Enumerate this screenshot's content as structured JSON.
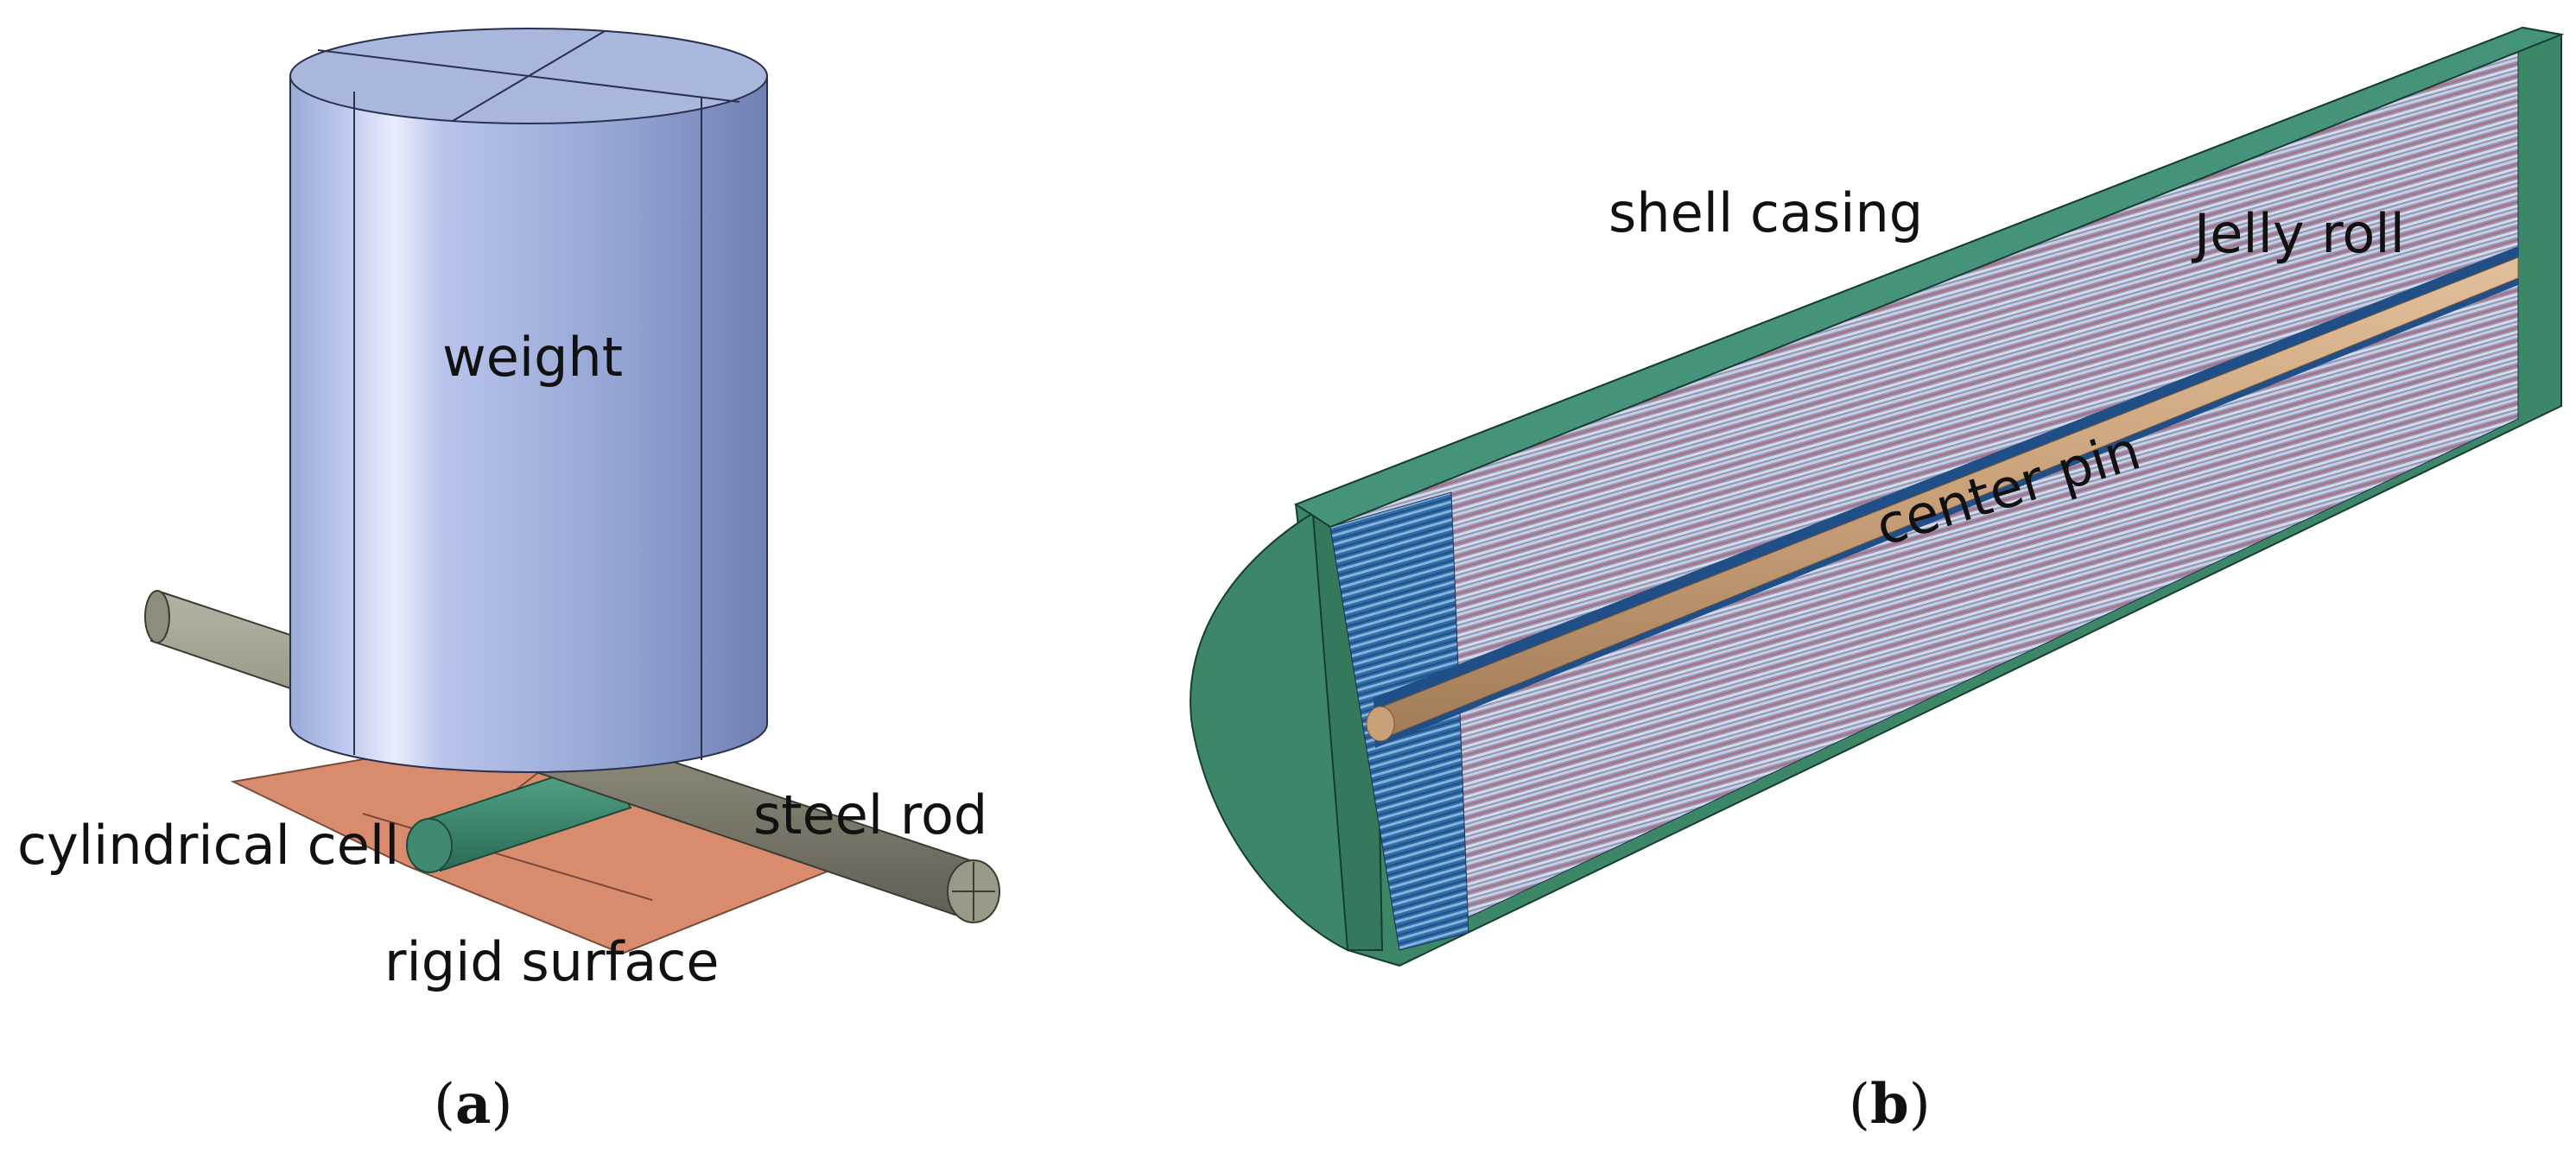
{
  "panel_a": {
    "labels": {
      "weight": "weight",
      "cylindrical_cell": "cylindrical cell",
      "steel_rod": "steel rod",
      "rigid_surface": "rigid surface"
    },
    "caption": {
      "open": "(",
      "letter": "a",
      "close": ")"
    }
  },
  "panel_b": {
    "labels": {
      "shell_casing": "shell casing",
      "jelly_roll": "Jelly roll",
      "center_pin": "center pin"
    },
    "caption": {
      "open": "(",
      "letter": "b",
      "close": ")"
    }
  },
  "colors": {
    "weight_body": "#a9b7dd",
    "steel_rod": "#8e8c7a",
    "rigid_surface": "#d98b6e",
    "cell_green": "#3f8a70",
    "shell_green": "#3d8769",
    "jelly_blue": "#2b66a8",
    "center_pin": "#c9a078"
  }
}
